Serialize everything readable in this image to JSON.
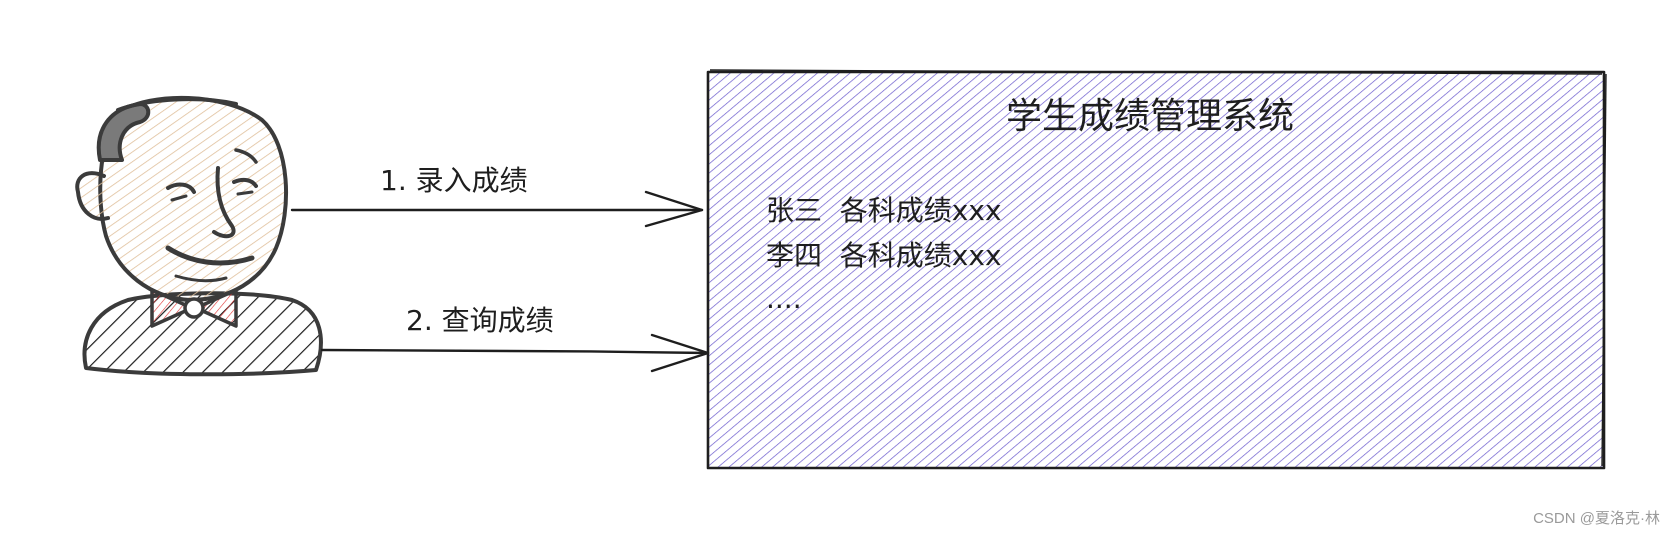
{
  "arrows": {
    "enter": "1. 录入成绩",
    "query": "2. 查询成绩"
  },
  "system_box": {
    "title": "学生成绩管理系统",
    "rows": [
      "张三  各科成绩xxx",
      "李四  各科成绩xxx",
      "...."
    ],
    "fill_color": "#6a5acd",
    "border_color": "#1e1e1e"
  },
  "user": {
    "skin_color": "#e8cfb0",
    "outline_color": "#3b3b3b",
    "bowtie_color": "#e03131"
  },
  "watermark": "CSDN @夏洛克·林"
}
